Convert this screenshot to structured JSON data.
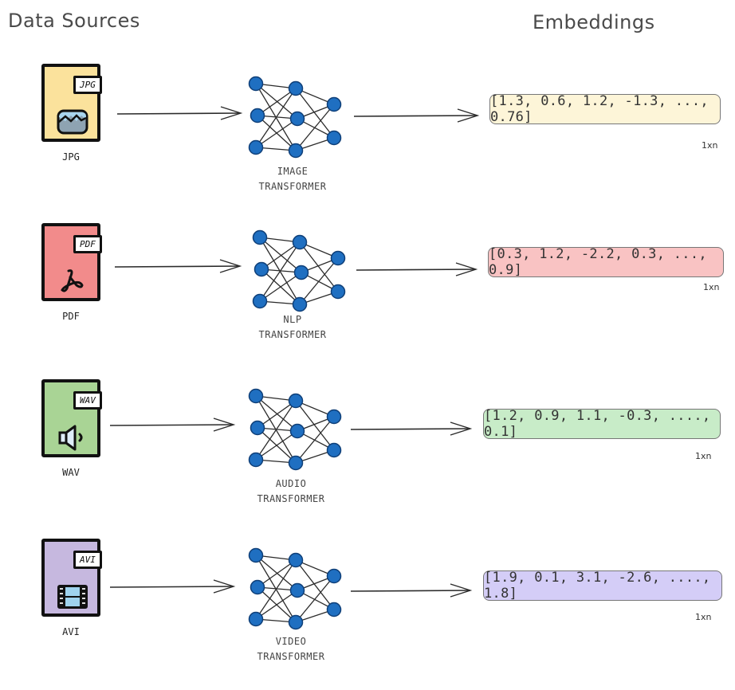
{
  "headings": {
    "sources": "Data Sources",
    "embeddings": "Embeddings"
  },
  "rows": [
    {
      "file": {
        "tag": "JPG",
        "label": "JPG",
        "icon": "image-icon",
        "color": "#fbe29c"
      },
      "model": {
        "line1": "IMAGE",
        "line2": "TRANSFORMER"
      },
      "embedding": {
        "vector": "[1.3, 0.6, 1.2, -1.3, ..., 0.76]",
        "dim": "1xn",
        "color": "#fdf5d8"
      }
    },
    {
      "file": {
        "tag": "PDF",
        "label": "PDF",
        "icon": "pdf-icon",
        "color": "#f28b8b"
      },
      "model": {
        "line1": "NLP",
        "line2": "TRANSFORMER"
      },
      "embedding": {
        "vector": "[0.3, 1.2, -2.2, 0.3, ..., 0.9]",
        "dim": "1xn",
        "color": "#f9c3c3"
      }
    },
    {
      "file": {
        "tag": "WAV",
        "label": "WAV",
        "icon": "speaker-icon",
        "color": "#a9d495"
      },
      "model": {
        "line1": "AUDIO",
        "line2": "TRANSFORMER"
      },
      "embedding": {
        "vector": "[1.2, 0.9, 1.1, -0.3, ...., 0.1]",
        "dim": "1xn",
        "color": "#c8ecc8"
      }
    },
    {
      "file": {
        "tag": "AVI",
        "label": "AVI",
        "icon": "film-icon",
        "color": "#c6b8df"
      },
      "model": {
        "line1": "VIDEO",
        "line2": "TRANSFORMER"
      },
      "embedding": {
        "vector": "[1.9, 0.1, 3.1, -2.6, ...., 1.8]",
        "dim": "1xn",
        "color": "#d4cdf7"
      }
    }
  ],
  "colors": {
    "node": "#1f6fc1",
    "edge": "#2b2b2b"
  }
}
